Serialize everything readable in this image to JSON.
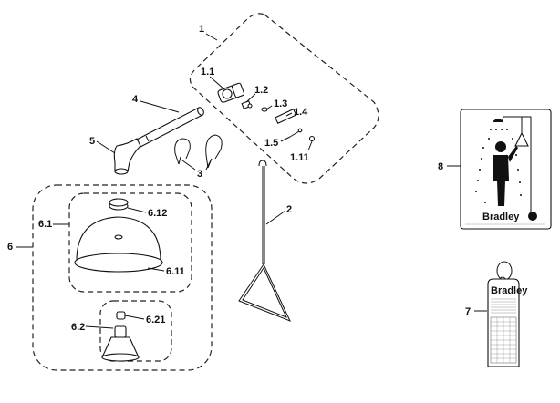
{
  "callouts": {
    "p1": "1",
    "p1_1": "1.1",
    "p1_2": "1.2",
    "p1_3": "1.3",
    "p1_4": "1.4",
    "p1_5": "1.5",
    "p1_11": "1.11",
    "p2": "2",
    "p3": "3",
    "p4": "4",
    "p5": "5",
    "p6": "6",
    "p6_1": "6.1",
    "p6_11": "6.11",
    "p6_12": "6.12",
    "p6_2": "6.2",
    "p6_21": "6.21",
    "p7": "7",
    "p8": "8"
  },
  "sign": {
    "brand": "Bradley"
  },
  "tag": {
    "brand": "Bradley"
  }
}
